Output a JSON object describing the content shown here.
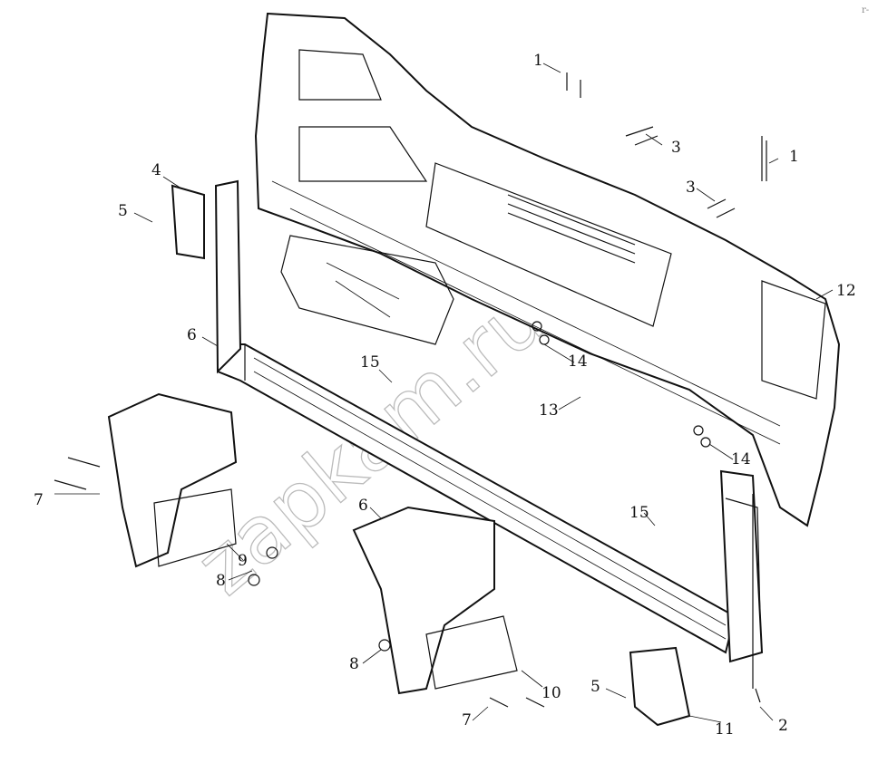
{
  "diagram": {
    "watermark": "zapkam.ru",
    "corner_mark": "r-",
    "callouts": [
      {
        "id": "c1a",
        "text": "1"
      },
      {
        "id": "c1b",
        "text": "1"
      },
      {
        "id": "c2",
        "text": "2"
      },
      {
        "id": "c3a",
        "text": "3"
      },
      {
        "id": "c3b",
        "text": "3"
      },
      {
        "id": "c4",
        "text": "4"
      },
      {
        "id": "c5a",
        "text": "5"
      },
      {
        "id": "c5b",
        "text": "5"
      },
      {
        "id": "c6a",
        "text": "6"
      },
      {
        "id": "c6b",
        "text": "6"
      },
      {
        "id": "c7a",
        "text": "7"
      },
      {
        "id": "c7b",
        "text": "7"
      },
      {
        "id": "c8a",
        "text": "8"
      },
      {
        "id": "c8b",
        "text": "8"
      },
      {
        "id": "c9",
        "text": "9"
      },
      {
        "id": "c10",
        "text": "10"
      },
      {
        "id": "c11",
        "text": "11"
      },
      {
        "id": "c12",
        "text": "12"
      },
      {
        "id": "c13",
        "text": "13"
      },
      {
        "id": "c14a",
        "text": "14"
      },
      {
        "id": "c14b",
        "text": "14"
      },
      {
        "id": "c15a",
        "text": "15"
      },
      {
        "id": "c15b",
        "text": "15"
      }
    ]
  }
}
